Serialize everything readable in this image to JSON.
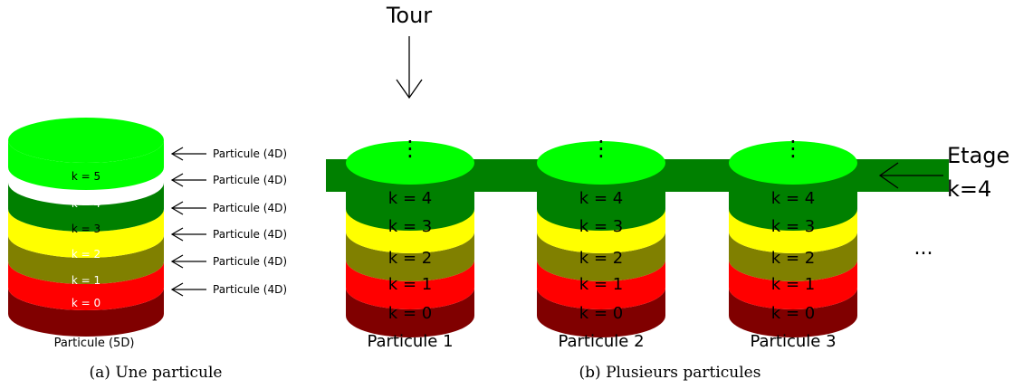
{
  "left_panel": {
    "layers": [
      {
        "label": "k = 0",
        "color": "#800000",
        "side_label": "Particule (4D)"
      },
      {
        "label": "k = 1",
        "color": "#ff0000",
        "side_label": "Particule (4D)"
      },
      {
        "label": "k = 2",
        "color": "#808000",
        "side_label": "Particule (4D)"
      },
      {
        "label": "k = 3",
        "color": "#ffff00",
        "side_label": "Particule (4D)"
      },
      {
        "label": "k = 4",
        "color": "#008000",
        "side_label": "Particule (4D)"
      },
      {
        "label": "k = 5",
        "color": "#00ff00",
        "side_label": "Particule (4D)"
      }
    ],
    "caption": "Particule (5D)",
    "subcaption": "(a) Une particule"
  },
  "right_panel": {
    "tour_label": "Tour",
    "etage_label_line1": "Etage",
    "etage_label_line2": "k=4",
    "band_color": "#008000",
    "top_color": "#00ff00",
    "ellipsis_vertical": "⋮",
    "ellipsis_horizontal": "...",
    "layers": [
      {
        "label": "k = 0",
        "color": "#800000"
      },
      {
        "label": "k = 1",
        "color": "#ff0000"
      },
      {
        "label": "k = 2",
        "color": "#808000"
      },
      {
        "label": "k = 3",
        "color": "#ffff00"
      },
      {
        "label": "k = 4",
        "color": "#008000"
      }
    ],
    "particles": [
      {
        "name": "Particule 1"
      },
      {
        "name": "Particule 2"
      },
      {
        "name": "Particule 3"
      }
    ],
    "subcaption": "(b) Plusieurs particules"
  }
}
